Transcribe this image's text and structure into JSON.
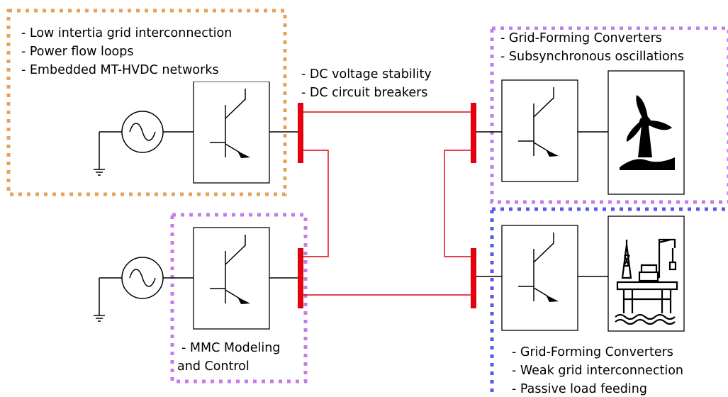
{
  "colors": {
    "dc_line": "#e3000f",
    "orange_zone": "#e3a35a",
    "purple_zone": "#c77be8",
    "blue_zone": "#5a5ae6"
  },
  "icons": [
    "ac-source-icon",
    "ground-icon",
    "igbt-converter-icon",
    "wind-turbine-icon",
    "offshore-platform-icon"
  ],
  "annotations": {
    "onshore_grid": {
      "lines": [
        "- Low intertia grid interconnection",
        "- Power flow loops",
        "- Embedded MT-HVDC networks"
      ]
    },
    "dc_network": {
      "lines": [
        "- DC voltage stability",
        "- DC circuit breakers"
      ]
    },
    "wind_farm": {
      "lines": [
        "- Grid-Forming Converters",
        "- Subsynchronous oscillations"
      ]
    },
    "mmc": {
      "lines": [
        "- MMC Modeling",
        "and Control"
      ]
    },
    "offshore_load": {
      "lines": [
        "- Grid-Forming Converters",
        "- Weak grid interconnection",
        "- Passive load feeding"
      ]
    }
  }
}
